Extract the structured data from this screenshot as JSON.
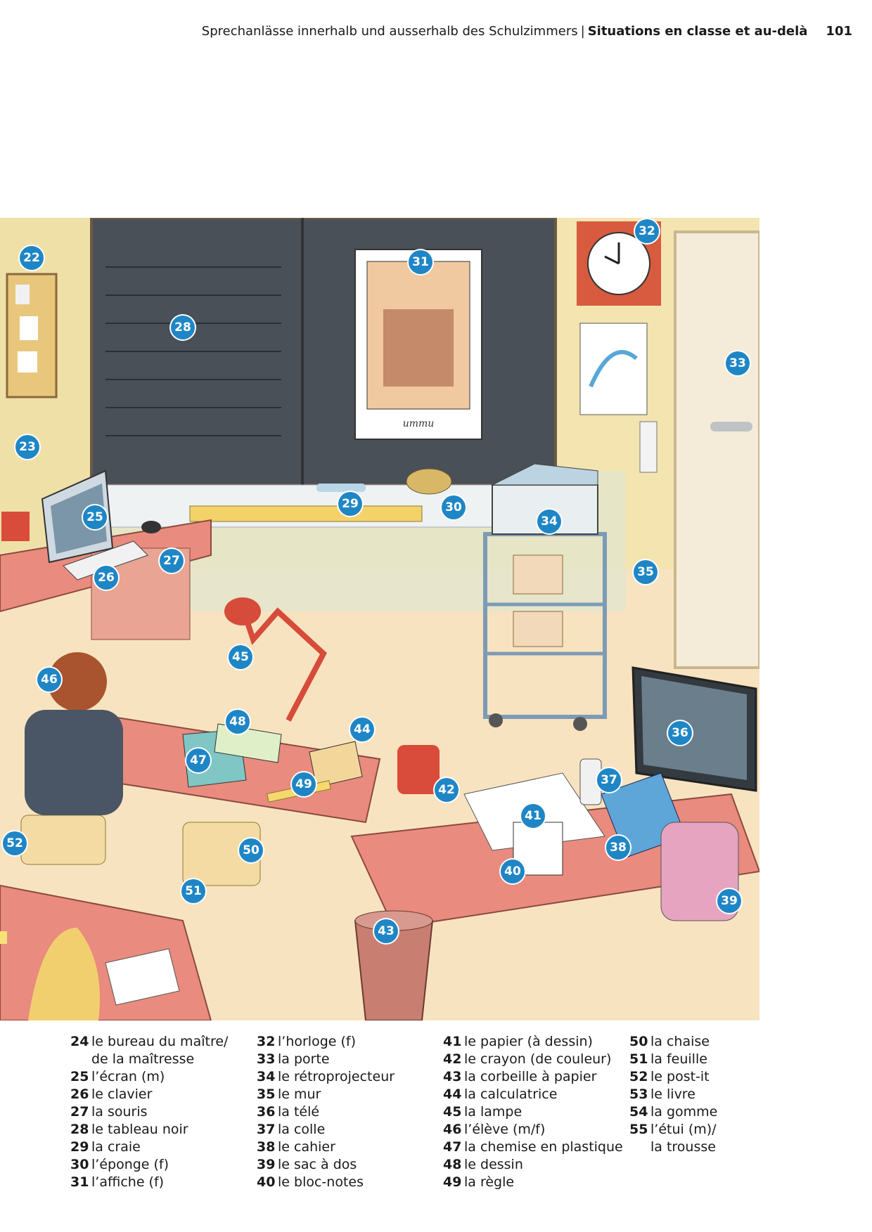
{
  "header": {
    "de_title": "Sprechanlässe innerhalb und ausserhalb des Schulzimmers",
    "separator": "|",
    "fr_title": "Situations en classe et au-delà",
    "page_number": "101"
  },
  "illustration": {
    "markers": [
      "22",
      "23",
      "25",
      "26",
      "27",
      "28",
      "29",
      "30",
      "31",
      "32",
      "33",
      "34",
      "35",
      "36",
      "37",
      "38",
      "39",
      "40",
      "41",
      "42",
      "43",
      "44",
      "45",
      "46",
      "47",
      "48",
      "49",
      "50",
      "51",
      "52"
    ],
    "poster_caption": "ummu"
  },
  "vocabulary": {
    "col1": [
      {
        "num": "24",
        "text": "le bureau du maître/",
        "cont": "de la maîtresse"
      },
      {
        "num": "25",
        "text": "l’écran (m)"
      },
      {
        "num": "26",
        "text": "le clavier"
      },
      {
        "num": "27",
        "text": "la souris"
      },
      {
        "num": "28",
        "text": "le tableau noir"
      },
      {
        "num": "29",
        "text": "la craie"
      },
      {
        "num": "30",
        "text": "l’éponge (f)"
      },
      {
        "num": "31",
        "text": "l’affiche (f)"
      }
    ],
    "col2": [
      {
        "num": "32",
        "text": "l’horloge (f)"
      },
      {
        "num": "33",
        "text": "la porte"
      },
      {
        "num": "34",
        "text": "le rétroprojecteur"
      },
      {
        "num": "35",
        "text": "le mur"
      },
      {
        "num": "36",
        "text": "la télé"
      },
      {
        "num": "37",
        "text": "la colle"
      },
      {
        "num": "38",
        "text": "le cahier"
      },
      {
        "num": "39",
        "text": "le sac à dos"
      },
      {
        "num": "40",
        "text": "le bloc-notes"
      }
    ],
    "col3": [
      {
        "num": "41",
        "text": "le papier (à dessin)"
      },
      {
        "num": "42",
        "text": "le crayon (de couleur)"
      },
      {
        "num": "43",
        "text": "la corbeille à papier"
      },
      {
        "num": "44",
        "text": "la calculatrice"
      },
      {
        "num": "45",
        "text": "la lampe"
      },
      {
        "num": "46",
        "text": "l’élève (m/f)"
      },
      {
        "num": "47",
        "text": "la chemise en plastique"
      },
      {
        "num": "48",
        "text": "le dessin"
      },
      {
        "num": "49",
        "text": "la règle"
      }
    ],
    "col4": [
      {
        "num": "50",
        "text": "la chaise"
      },
      {
        "num": "51",
        "text": "la feuille"
      },
      {
        "num": "52",
        "text": "le post-it"
      },
      {
        "num": "53",
        "text": "le livre"
      },
      {
        "num": "54",
        "text": "la gomme"
      },
      {
        "num": "55",
        "text": "l’étui (m)/",
        "cont": "la trousse"
      }
    ]
  },
  "colors": {
    "marker_blue": "#1f86c6",
    "board_gray": "#4a5057",
    "wall_yellow": "#f6e7b9",
    "desk_red": "#e98b7e"
  }
}
